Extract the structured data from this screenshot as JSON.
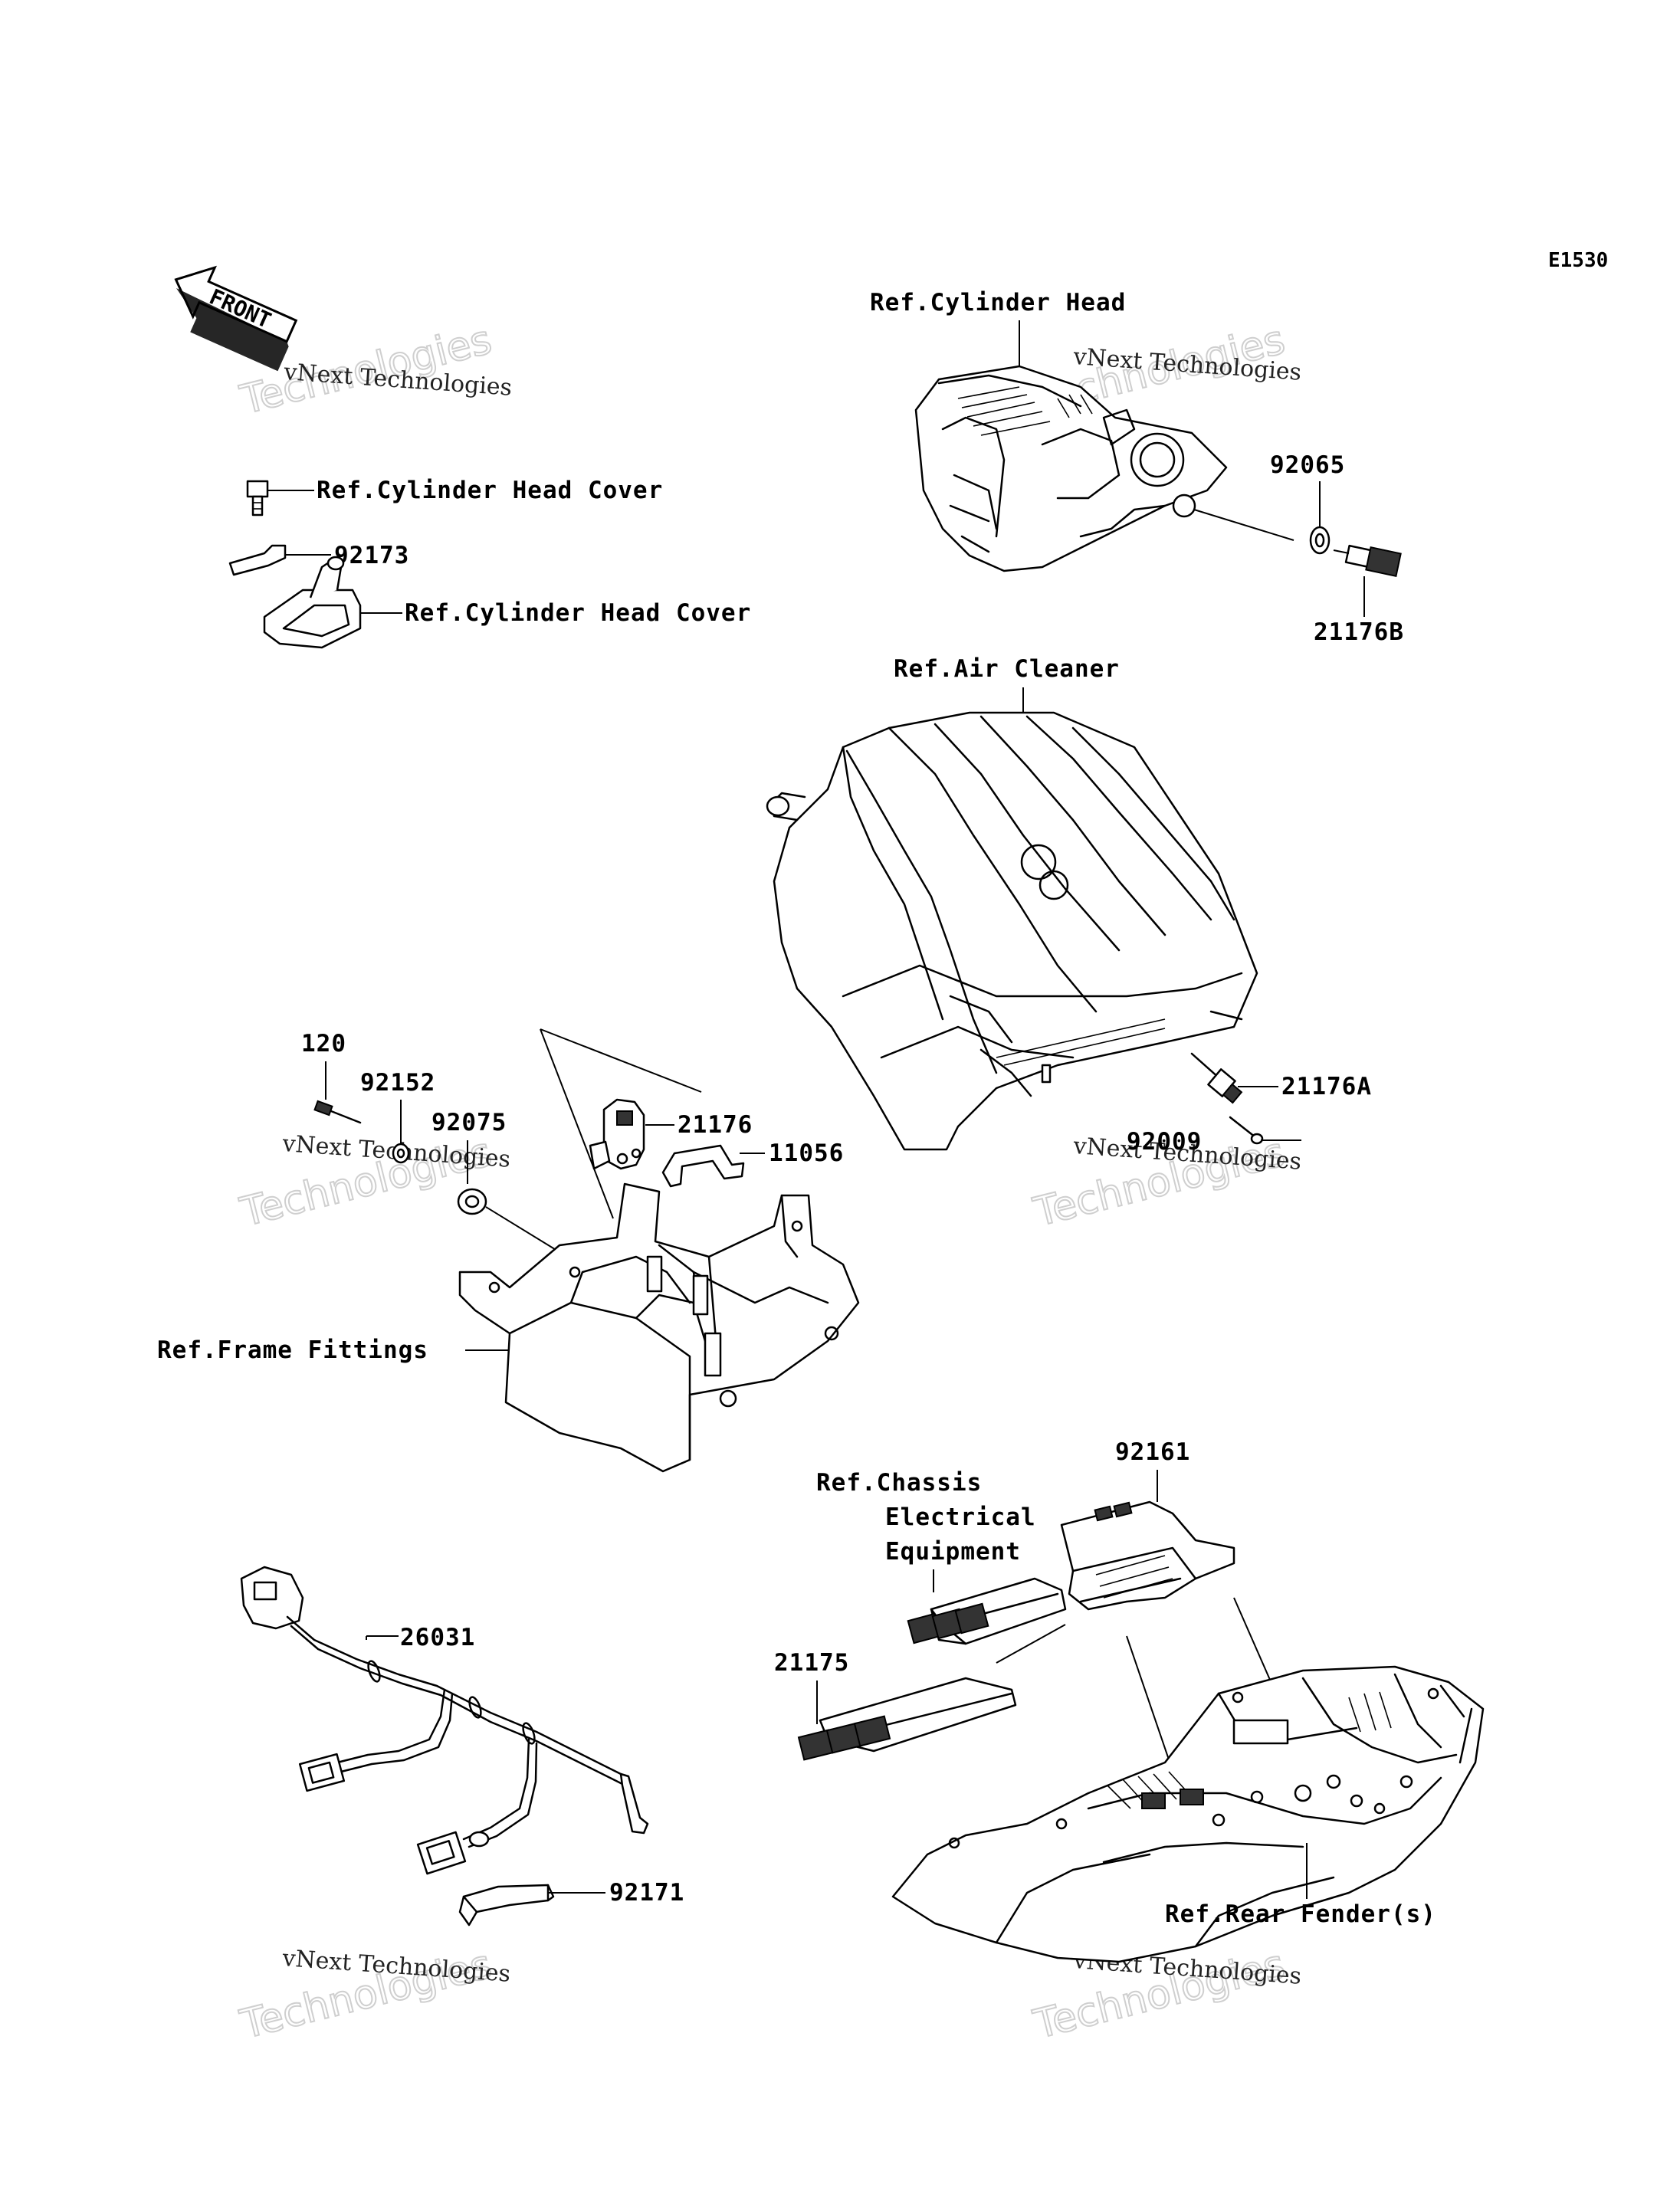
{
  "diagram_code": "E1530",
  "front_arrow_label": "FRONT",
  "watermark": {
    "line1": "vNext Technologies",
    "line2": "Technologies"
  },
  "labels": {
    "ref_cylinder_head": "Ref.Cylinder Head",
    "part_92065": "92065",
    "part_21176B": "21176B",
    "ref_cylinder_head_cover_1": "Ref.Cylinder Head Cover",
    "part_92173": "92173",
    "ref_cylinder_head_cover_2": "Ref.Cylinder Head Cover",
    "ref_air_cleaner": "Ref.Air Cleaner",
    "part_21176A": "21176A",
    "part_92009": "92009",
    "part_120": "120",
    "part_92152": "92152",
    "part_92075": "92075",
    "part_21176": "21176",
    "part_11056": "11056",
    "ref_frame_fittings": "Ref.Frame Fittings",
    "part_92161": "92161",
    "ref_chassis_line1": "Ref.Chassis",
    "ref_chassis_line2": "Electrical",
    "ref_chassis_line3": "Equipment",
    "part_21175": "21175",
    "part_26031": "26031",
    "part_92171": "92171",
    "ref_rear_fender": "Ref.Rear Fender(s)"
  }
}
